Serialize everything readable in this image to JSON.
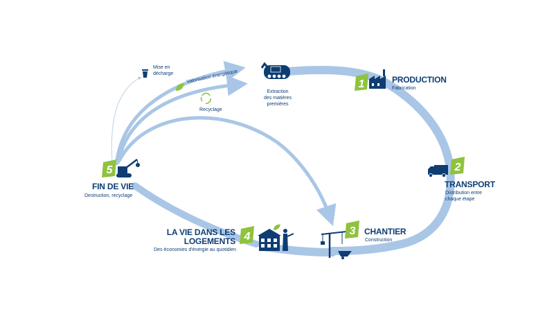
{
  "stages": {
    "production": {
      "number": "1",
      "title": "PRODUCTION",
      "subtitle": "Fabrication"
    },
    "transport": {
      "number": "2",
      "title": "TRANSPORT",
      "subtitle_line1": "Distribution entre",
      "subtitle_line2": "chaque étape"
    },
    "chantier": {
      "number": "3",
      "title": "CHANTIER",
      "subtitle": "Construction"
    },
    "vie_logements": {
      "number": "4",
      "title_line1": "LA VIE DANS LES",
      "title_line2": "LOGEMENTS",
      "subtitle": "Des économies d'énergie au quotidien"
    },
    "fin_de_vie": {
      "number": "5",
      "title": "FIN DE VIE",
      "subtitle": "Destruction, recyclage"
    }
  },
  "extraction": {
    "line1": "Extraction",
    "line2": "des matières",
    "line3": "premières"
  },
  "flows": {
    "mise_en_decharge_line1": "Mise en",
    "mise_en_decharge_line2": "décharge",
    "valorisation": "Valorisation énergétique",
    "recyclage": "Recyclage"
  },
  "icons": {
    "extraction": "excavator-icon",
    "production": "factory-icon",
    "transport": "truck-icon",
    "chantier": "crane-icon",
    "vie_logements": "house-icon",
    "fin_de_vie": "demolition-crane-icon",
    "decharge": "trash-icon",
    "valorisation": "leaf-icon",
    "recyclage": "recycle-icon"
  },
  "colors": {
    "cycle": "#a9c6e6",
    "navy": "#0d3d73",
    "badge": "#8fc23e",
    "badge_dark": "#5e8c22"
  }
}
